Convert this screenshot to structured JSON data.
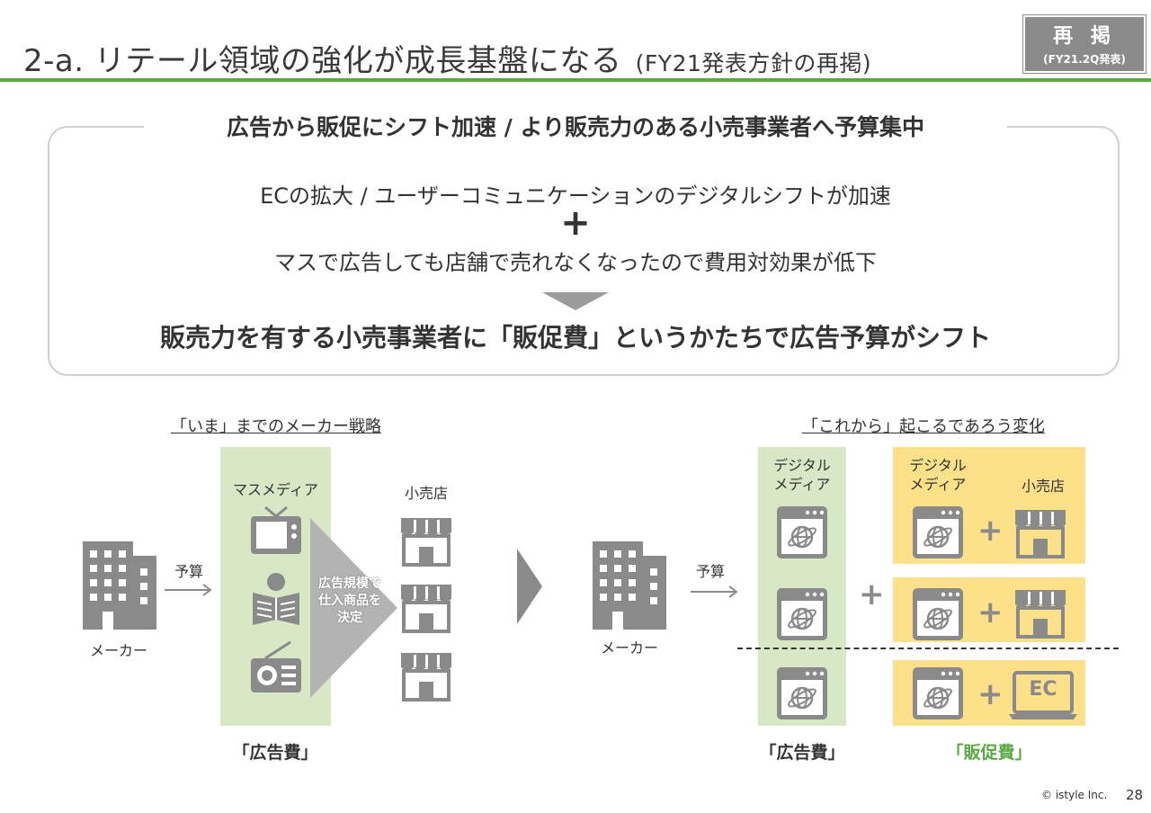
{
  "header": {
    "title": "2-a. リテール領域の強化が成長基盤になる",
    "subtitle": "(FY21発表方針の再掲)",
    "badge_main": "再 掲",
    "badge_sub": "(FY21.2Q発表)"
  },
  "summary": {
    "heading": "広告から販促にシフト加速 / より販売力のある小売事業者へ予算集中",
    "line1": "ECの拡大 / ユーザーコミュニケーションのデジタルシフトが加速",
    "plus": "+",
    "line2": "マスで広告しても店舗で売れなくなったので費用対効果が低下",
    "conclusion": "販売力を有する小売事業者に「販促費」というかたちで広告予算がシフト"
  },
  "left_diagram": {
    "label": "「いま」までのメーカー戦略",
    "maker": "メーカー",
    "budget": "予算",
    "media_label": "マスメディア",
    "store_label": "小売店",
    "decide_text": [
      "広告規模で",
      "仕入商品を",
      "決定"
    ],
    "cost_label": "「広告費」"
  },
  "right_diagram": {
    "label": "「これから」起こるであろう変化",
    "maker": "メーカー",
    "budget": "予算",
    "digital_media_label": [
      "デジタル",
      "メディア"
    ],
    "digital_media_label2": [
      "デジタル",
      "メディア"
    ],
    "store_label": "小売店",
    "plus": "+",
    "ec_label": "EC",
    "ad_cost_label": "「広告費」",
    "promo_cost_label": "「販促費」"
  },
  "colors": {
    "accent_green": "#5aa843",
    "light_green": "#d8e7c5",
    "light_yellow": "#fde08a",
    "icon_gray": "#8a8a8a"
  },
  "footer": {
    "copyright": "© istyle Inc.",
    "page": "28"
  }
}
